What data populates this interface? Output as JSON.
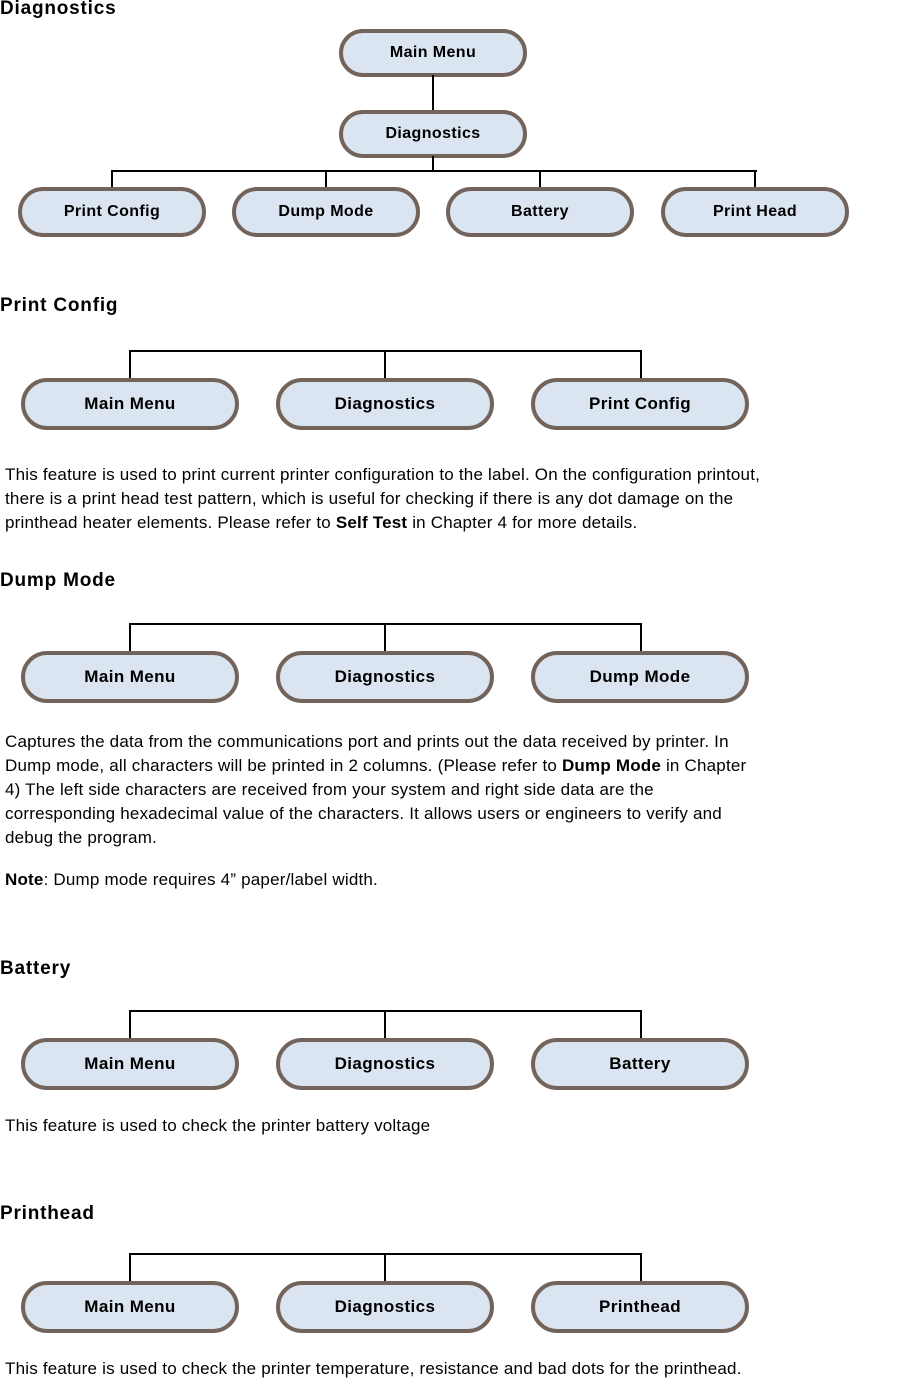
{
  "styles": {
    "node_fill": "#dbe5f1",
    "node_border": "#73645b",
    "connector_color": "#000000"
  },
  "diagnostics": {
    "heading": "Diagnostics",
    "root": "Main Menu",
    "parent": "Diagnostics",
    "leaves": [
      "Print Config",
      "Dump Mode",
      "Battery",
      "Print Head"
    ]
  },
  "print_config": {
    "heading": "Print Config",
    "path": [
      "Main Menu",
      "Diagnostics",
      "Print Config"
    ],
    "description": [
      [
        {
          "t": "This feature is used to print current printer configuration to the label. On the configuration printout,"
        }
      ],
      [
        {
          "t": "there is a print head test pattern, which is useful for checking if there is any dot damage on the"
        }
      ],
      [
        {
          "t": "printhead heater elements. Please refer to "
        },
        {
          "t": "Self Test",
          "b": true
        },
        {
          "t": " in Chapter 4 for more details."
        }
      ]
    ]
  },
  "dump_mode": {
    "heading": "Dump Mode",
    "path": [
      "Main Menu",
      "Diagnostics",
      "Dump Mode"
    ],
    "description": [
      [
        {
          "t": "Captures the data from the communications port and prints out the data received by printer. In"
        }
      ],
      [
        {
          "t": "Dump mode, all characters will be printed in 2 columns. (Please refer to "
        },
        {
          "t": "Dump Mode",
          "b": true
        },
        {
          "t": " in Chapter"
        }
      ],
      [
        {
          "t": "4) The left side characters are received from your system and right side data are the"
        }
      ],
      [
        {
          "t": "corresponding hexadecimal value of the characters. It allows users or engineers to verify and"
        }
      ],
      [
        {
          "t": "debug the program."
        }
      ]
    ],
    "note": [
      [
        {
          "t": "Note",
          "b": true
        },
        {
          "t": ": Dump mode requires 4” paper/label width."
        }
      ]
    ]
  },
  "battery": {
    "heading": "Battery",
    "path": [
      "Main Menu",
      "Diagnostics",
      "Battery"
    ],
    "description": [
      [
        {
          "t": "This feature is used to check the printer battery voltage"
        }
      ]
    ]
  },
  "printhead": {
    "heading": "Printhead",
    "path": [
      "Main Menu",
      "Diagnostics",
      "Printhead"
    ],
    "description": [
      [
        {
          "t": "This feature is used to check the printer temperature, resistance and bad dots for the printhead."
        }
      ]
    ]
  }
}
